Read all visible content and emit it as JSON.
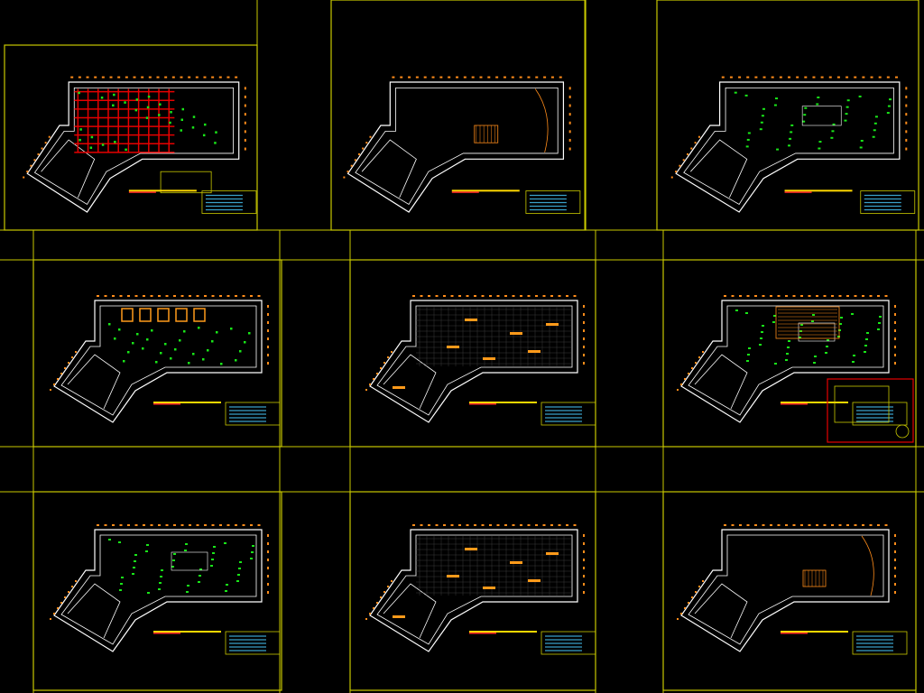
{
  "canvas": {
    "background": "#000000"
  },
  "colors": {
    "frame": "#c8c800",
    "wall": "#ffffff",
    "dim": "#ff8c1a",
    "accent": "#ff9a1a",
    "green": "#19e619",
    "red": "#e60000",
    "title_red": "#ff2a2a",
    "underline": "#ffd800",
    "titleblock": "#3aa0c8",
    "cyan": "#4fc3f7",
    "grid": "#3a3a3a"
  },
  "sheets": [
    {
      "id": "s1",
      "title": "",
      "variant": "grid"
    },
    {
      "id": "s2",
      "title": "",
      "variant": "empty"
    },
    {
      "id": "s3",
      "title": "",
      "variant": "furnished"
    },
    {
      "id": "s4",
      "title": "",
      "variant": "orange-furniture"
    },
    {
      "id": "s5",
      "title": "",
      "variant": "floor-pattern"
    },
    {
      "id": "s6",
      "title": "",
      "variant": "ceiling"
    },
    {
      "id": "s7",
      "title": "",
      "variant": "furnished"
    },
    {
      "id": "s8",
      "title": "",
      "variant": "floor-pattern"
    },
    {
      "id": "s9",
      "title": "",
      "variant": "empty"
    }
  ]
}
